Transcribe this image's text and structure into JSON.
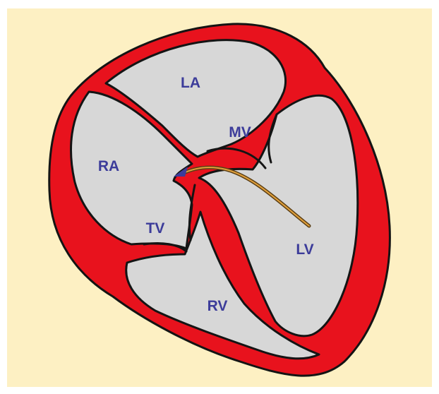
{
  "colors": {
    "background": "#fdf0c3",
    "wall": "#e8121d",
    "chamber": "#d7d7d7",
    "outline": "#141414",
    "label": "#3c3c9a",
    "arrow_outer": "#5a3e14",
    "arrow_inner": "#e0a03c",
    "arrowhead": "#3c3c9a"
  },
  "icons": {
    "flow_arrow": "flow-arrow-icon"
  },
  "labels": {
    "la": "LA",
    "ra": "RA",
    "mv": "MV",
    "tv": "TV",
    "lv": "LV",
    "rv": "RV"
  }
}
